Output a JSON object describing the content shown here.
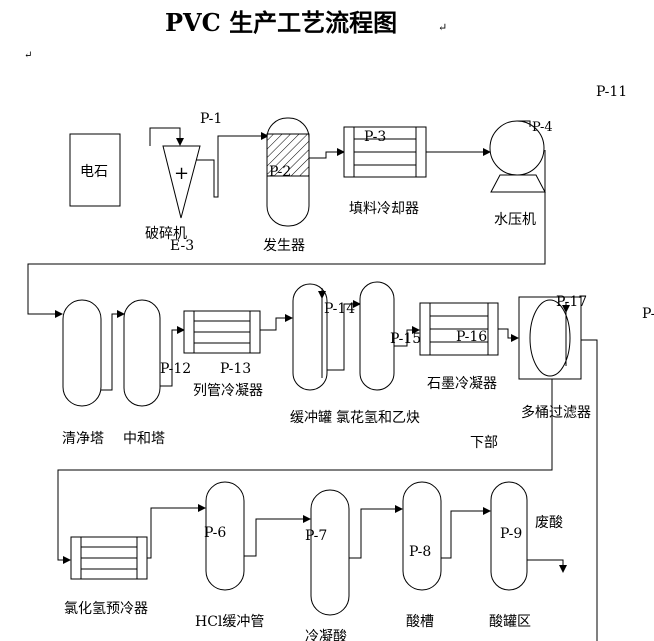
{
  "title": "PVC 生产工艺流程图",
  "para_mark": "↵",
  "labels": {
    "p1": "P-1",
    "p2": "P-2",
    "p3": "P-3",
    "p4": "P-4",
    "p6": "P-6",
    "p7": "P-7",
    "p8": "P-8",
    "p9": "P-9",
    "p11": "P-11",
    "p12": "P-12",
    "p13": "P-13",
    "p14": "P-14",
    "p15": "P-15",
    "p16": "P-16",
    "p17": "P-17",
    "p_trunc": "P-",
    "e3": "E-3",
    "plus": "+"
  },
  "equipment": {
    "carbide": "电石",
    "crusher": "破碎机",
    "generator": "发生器",
    "packed_cooler": "填料冷却器",
    "compressor": "水压机",
    "clean_tower": "清净塔",
    "neutral_tower": "中和塔",
    "tube_condenser": "列管冷凝器",
    "buffer_tank": "缓冲罐",
    "hcl_acetylene": "氯花氢和乙炔",
    "graphite_condenser": "石墨冷凝器",
    "multi_filter": "多桶过滤器",
    "bottom": "下部",
    "hcl_precooler": "氯化氢预冷器",
    "hcl_buffer": "HCl缓冲管",
    "condensed_acid": "冷凝酸",
    "acid_tank": "酸槽",
    "acid_tank_area": "酸罐区",
    "waste_acid": "废酸"
  }
}
